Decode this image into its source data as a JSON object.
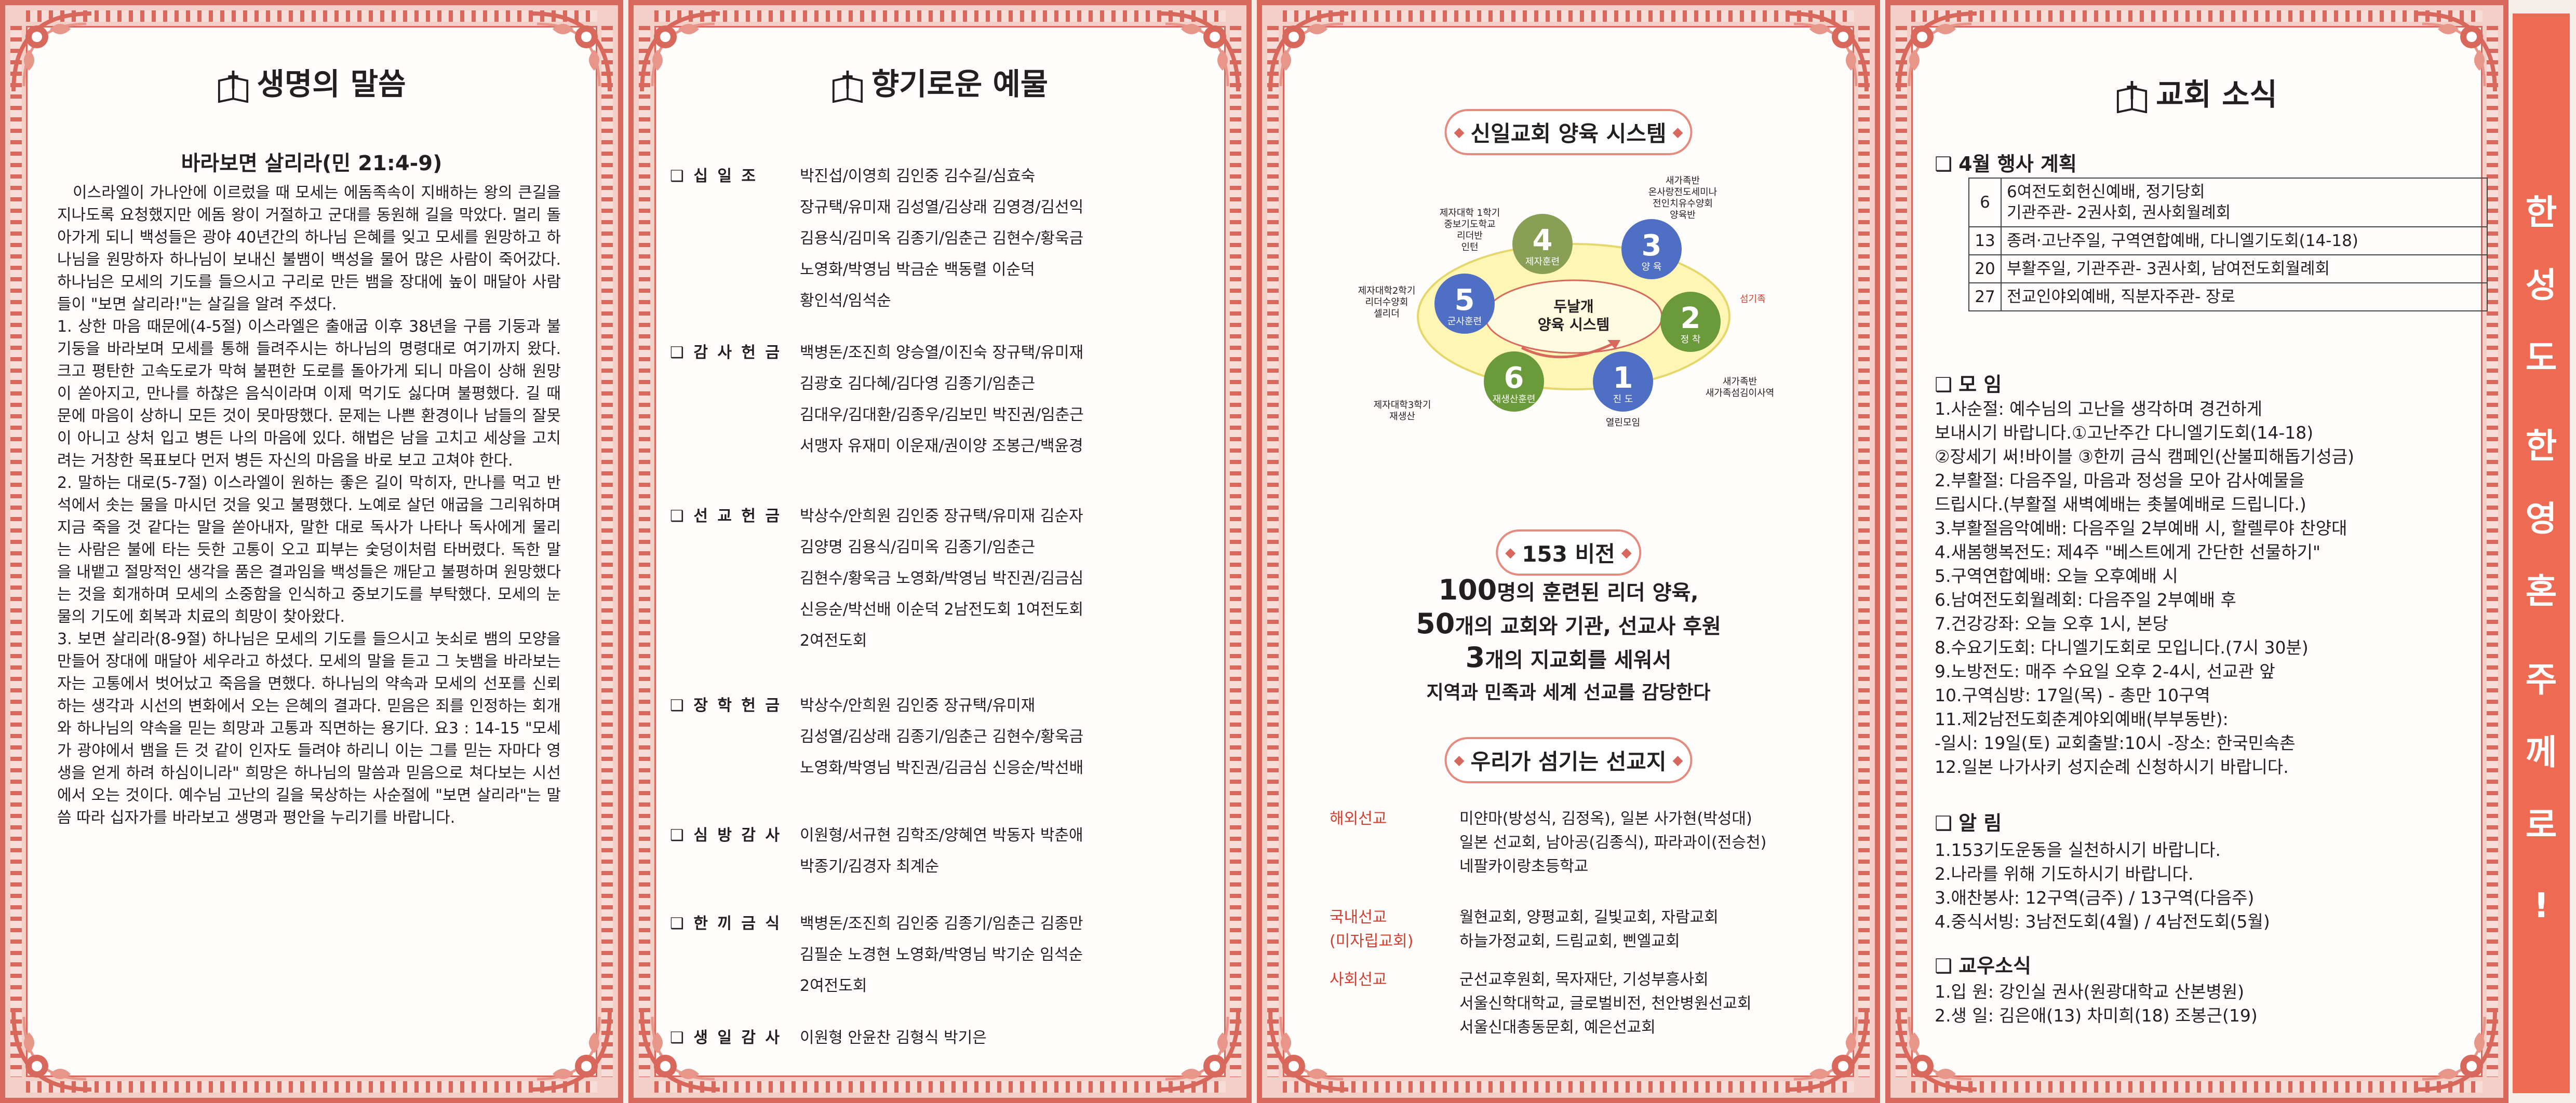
{
  "panel1": {
    "title": "생명의 말씀",
    "sermon_title": "바라보면 살리라(민 21:4-9)",
    "paragraphs": [
      "이스라엘이 가나안에 이르렀을 때 모세는 에돔족속이 지배하는 왕의 큰길을 지나도록 요청했지만 에돔 왕이 거절하고 군대를 동원해 길을 막았다. 멀리 돌아가게 되니 백성들은 광야 40년간의 하나님 은혜를 잊고 모세를 원망하고 하나님을 원망하자 하나님이 보내신 불뱀이 백성을 물어 많은 사람이 죽어갔다. 하나님은 모세의 기도를 들으시고 구리로 만든 뱀을 장대에 높이 매달아 사람들이 \"보면 살리라!\"는 살길을 알려 주셨다.",
      "1. 상한 마음 때문에(4-5절) 이스라엘은 출애굽 이후 38년을 구름 기둥과 불기둥을 바라보며 모세를 통해 들려주시는 하나님의 명령대로 여기까지 왔다. 크고 평탄한 고속도로가 막혀 불편한 도로를 돌아가게 되니 마음이 상해 원망이 쏟아지고, 만나를 하찮은 음식이라며 이제 먹기도 싫다며 불평했다. 길 때문에 마음이 상하니 모든 것이 못마땅했다. 문제는 나쁜 환경이나 남들의 잘못이 아니고 상처 입고 병든 나의 마음에 있다. 해법은 남을 고치고 세상을 고치려는 거창한 목표보다 먼저 병든 자신의 마음을 바로 보고 고쳐야 한다.",
      "2. 말하는 대로(5-7절) 이스라엘이 원하는 좋은 길이 막히자, 만나를 먹고 반석에서 솟는 물을 마시던 것을 잊고 불평했다. 노예로 살던 애굽을 그리워하며 지금 죽을 것 같다는 말을 쏟아내자, 말한 대로 독사가 나타나 독사에게 물리는 사람은 불에 타는 듯한 고통이 오고 피부는 숯덩이처럼 타버렸다. 독한 말을 내뱉고 절망적인 생각을 품은 결과임을 백성들은 깨닫고 불평하며 원망했다는 것을 회개하며 모세의 소중함을 인식하고 중보기도를 부탁했다. 모세의 눈물의 기도에 회복과 치료의 희망이 찾아왔다.",
      "3. 보면 살리라(8-9절) 하나님은 모세의 기도를 들으시고 놋쇠로 뱀의 모양을 만들어 장대에 매달아 세우라고 하셨다. 모세의 말을 듣고 그 놋뱀을 바라보는 자는 고통에서 벗어났고 죽음을 면했다. 하나님의 약속과 모세의 선포를 신뢰하는 생각과 시선의 변화에서 오는 은혜의 결과다. 믿음은 죄를 인정하는 회개와 하나님의 약속을 믿는 희망과 고통과 직면하는 용기다. 요3 : 14-15 \"모세가 광야에서 뱀을 든 것 같이 인자도 들려야 하리니 이는 그를 믿는 자마다 영생을 얻게 하려 하심이니라\" 희망은 하나님의 말씀과 믿음으로 쳐다보는 시선에서 오는 것이다. 예수님 고난의 길을 묵상하는 사순절에 \"보면 살리라\"는 말씀 따라 십자가를 바라보고 생명과 평안을 누리기를 바랍니다."
    ]
  },
  "panel2": {
    "title": "향기로운 예물",
    "rows": [
      {
        "label": "❑ 십   일   조",
        "names": "박진섭/이영희 김인중 김수길/심효숙\n장규택/유미재 김성열/김상래 김영경/김선익\n김용식/김미옥 김종기/임춘근 김현수/황욱금\n노영화/박영님 박금순 백동렬 이순덕\n황인석/임석순"
      },
      {
        "label": "❑ 감 사 헌 금",
        "names": "백병돈/조진희 양승열/이진숙 장규택/유미재\n김광호 김다혜/김다영 김종기/임춘근\n김대우/김대환/김종우/김보민 박진권/임춘근\n서맹자 유재미 이운재/권이양 조봉근/백윤경"
      },
      {
        "label": "❑ 선 교 헌 금",
        "names": "박상수/안희원 김인중 장규택/유미재 김순자\n김양명 김용식/김미옥 김종기/임춘근\n김현수/황욱금 노영화/박영님 박진권/김금심\n신응순/박선배 이순덕 2남전도회 1여전도회\n2여전도회"
      },
      {
        "label": "❑ 장 학 헌 금",
        "names": "박상수/안희원 김인중 장규택/유미재\n김성열/김상래 김종기/임춘근 김현수/황욱금\n노영화/박영님 박진권/김금심 신응순/박선배"
      },
      {
        "label": "❑ 심 방 감 사",
        "names": "이원형/서규현 김학조/양혜연 박동자 박춘애\n박종기/김경자 최계순"
      },
      {
        "label": "❑ 한 끼 금 식",
        "names": "백병돈/조진희 김인중 김종기/임춘근 김종만\n김필순 노경현 노영화/박영님 박기순 임석순\n2여전도회"
      },
      {
        "label": "❑ 생 일 감 사",
        "names": "이원형 안윤찬 김형식 박기은"
      }
    ]
  },
  "panel3": {
    "system_title": "신일교회 양육 시스템",
    "center_label": "두날개\n양육 시스템",
    "steps": [
      {
        "num": "1",
        "sub": "진 도"
      },
      {
        "num": "2",
        "sub": "정 착"
      },
      {
        "num": "3",
        "sub": "양 육"
      },
      {
        "num": "4",
        "sub": "제자훈련"
      },
      {
        "num": "5",
        "sub": "군사훈련"
      },
      {
        "num": "6",
        "sub": "재생산훈련"
      }
    ],
    "annotations": [
      "새가족반\n온사랑전도세미나\n전인치유수양회\n양육반",
      "제자대학 1학기\n중보기도학교\n리더반\n인턴",
      "제자대학2학기\n리더수양회\n셀리더",
      "제자대학3학기\n재생산",
      "열린모임",
      "새가족반\n새가족섬김이사역",
      "섬기족"
    ],
    "vision_title": "153 비전",
    "vision": [
      {
        "strong": "100",
        "rest": "명의 훈련된 리더 양육,"
      },
      {
        "strong": "50",
        "rest": "개의 교회와 기관, 선교사 후원"
      },
      {
        "strong": "3",
        "rest": "개의 지교회를 세워서"
      },
      {
        "strong": "",
        "rest": "지역과 민족과 세계 선교를 감당한다"
      }
    ],
    "mission_title": "우리가 섬기는 선교지",
    "missions": [
      {
        "cat": "해외선교",
        "list": "미얀마(방성식, 김정옥), 일본 사가현(박성대)\n일본 선교회, 남아공(김종식), 파라과이(전승천)\n네팔카이랑초등학교"
      },
      {
        "cat": "국내선교\n(미자립교회)",
        "list": "월현교회, 양평교회, 길빛교회, 자람교회\n하늘가정교회, 드림교회, 삔엘교회"
      },
      {
        "cat": "사회선교",
        "list": "군선교후원회, 목자재단, 기성부흥사회\n서울신학대학교, 글로벌비전, 천안병원선교회\n서울신대총동문회, 예은선교회"
      }
    ]
  },
  "panel4": {
    "title": "교회 소식",
    "events_heading": "4월 행사 계획",
    "events": [
      {
        "day": "6",
        "text": "6여전도회헌신예배, 정기당회\n기관주관- 2권사회, 권사회월례회"
      },
      {
        "day": "13",
        "text": "종려·고난주일, 구역연합예배, 다니엘기도회(14-18)"
      },
      {
        "day": "20",
        "text": "부활주일, 기관주관- 3권사회, 남여전도회월례회"
      },
      {
        "day": "27",
        "text": "전교인야외예배, 직분자주관- 장로"
      }
    ],
    "meetings_heading": "모   임",
    "meetings": "1.사순절: 예수님의 고난을 생각하며 경건하게\n   보내시기 바랍니다.①고난주간 다니엘기도회(14-18)\n②장세기 써!바이블 ③한끼 금식 캠페인(산불피해돕기성금)\n2.부활절: 다음주일, 마음과 정성을 모아 감사예물을\n          드립시다.(부활절 새벽예배는 촛불예배로 드립니다.)\n3.부활절음악예배: 다음주일 2부예배 시, 할렐루야 찬양대\n4.새봄행복전도: 제4주 \"베스트에게 간단한 선물하기\"\n5.구역연합예배: 오늘 오후예배 시\n6.남여전도회월례회: 다음주일 2부예배 후\n7.건강강좌: 오늘 오후 1시, 본당\n8.수요기도회: 다니엘기도회로 모입니다.(7시 30분)\n9.노방전도: 매주 수요일 오후 2-4시, 선교관 앞\n10.구역심방: 17일(목) - 총만 10구역\n11.제2남전도회춘계야외예배(부부동반):\n  -일시: 19일(토) 교회출발:10시 -장소: 한국민속촌\n12.일본 나가사키 성지순례 신청하시기 바랍니다.",
    "notices_heading": "알   림",
    "notices": "1.153기도운동을 실천하시기 바랍니다.\n2.나라를 위해 기도하시기 바랍니다.\n3.애찬봉사: 12구역(금주) / 13구역(다음주)\n4.중식서빙: 3남전도회(4월) / 4남전도회(5월)",
    "members_heading": "교우소식",
    "members": "1.입 원: 강인실 권사(원광대학교 산본병원)\n2.생 일: 김은애(13) 차미희(18) 조봉근(19)"
  },
  "banner_chars": [
    "한",
    "성",
    "도",
    "한",
    "영",
    "혼",
    "주",
    "께",
    "로",
    "!"
  ],
  "colors": {
    "accent": "#d9685c",
    "banner": "#ed6b52",
    "mission_cat": "#d33e2f"
  }
}
